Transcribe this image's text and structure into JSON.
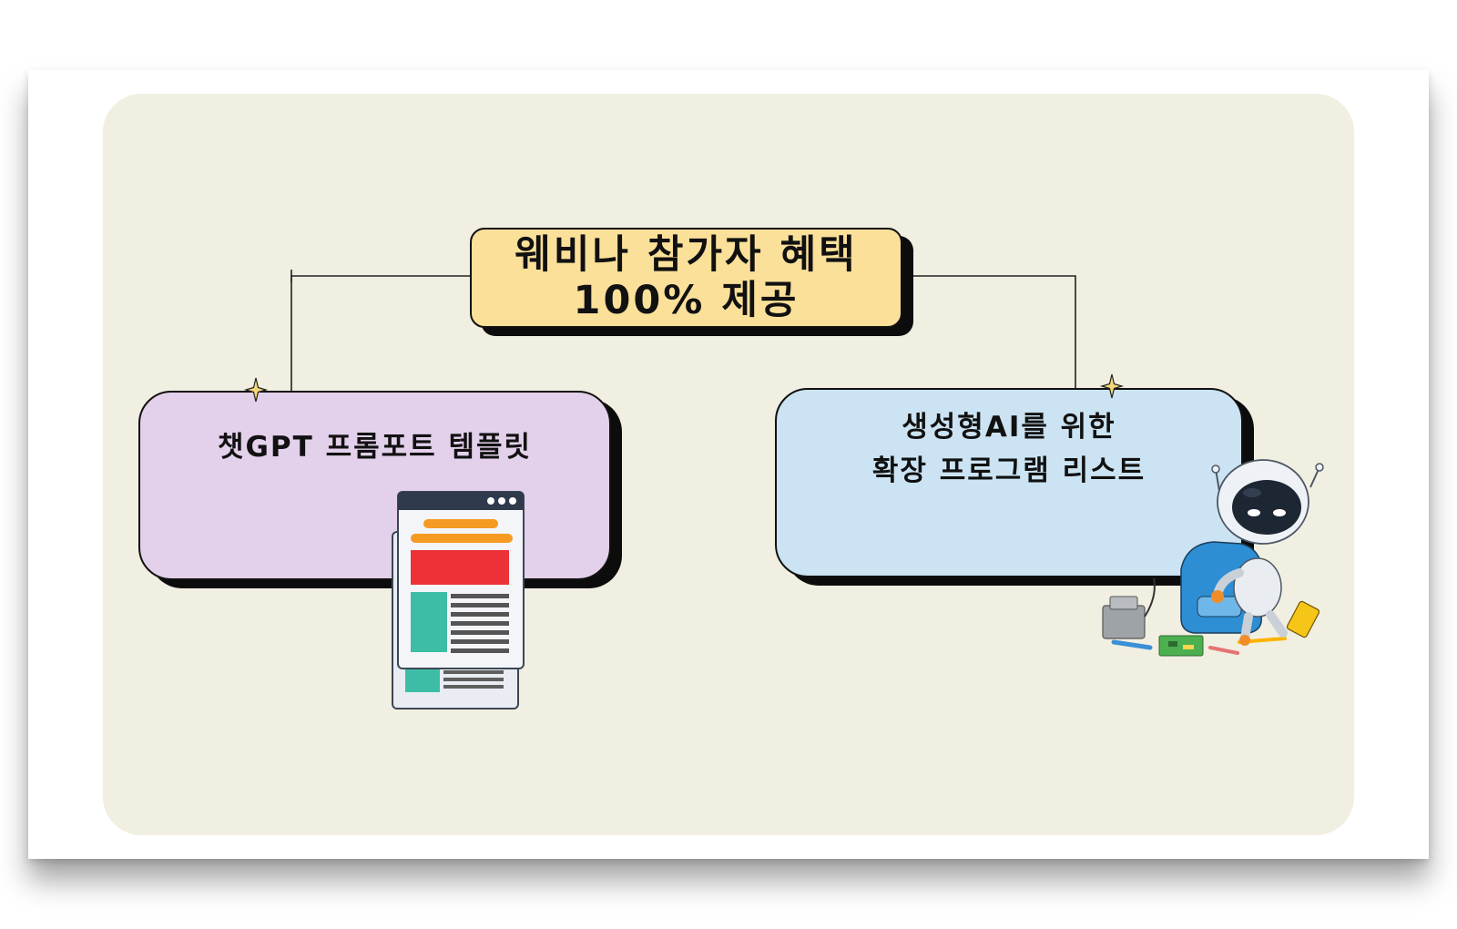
{
  "colors": {
    "page_background": "#ffffff",
    "panel_background": "#f1efe1",
    "top_box_fill": "#fbe09a",
    "left_box_fill": "#e3d0ea",
    "right_box_fill": "#cbe3f2",
    "outline": "#111111",
    "sparkle": "#f5d77a"
  },
  "diagram": {
    "root": {
      "line1": "웨비나 참가자 혜택",
      "line2": "100% 제공"
    },
    "children": [
      {
        "line1": "챗GPT 프롬포트 템플릿",
        "illustration": "web-document-icon"
      },
      {
        "line1": "생성형AI를 위한",
        "line2": "확장 프로그램 리스트",
        "illustration": "robot-with-tools-icon"
      }
    ]
  }
}
